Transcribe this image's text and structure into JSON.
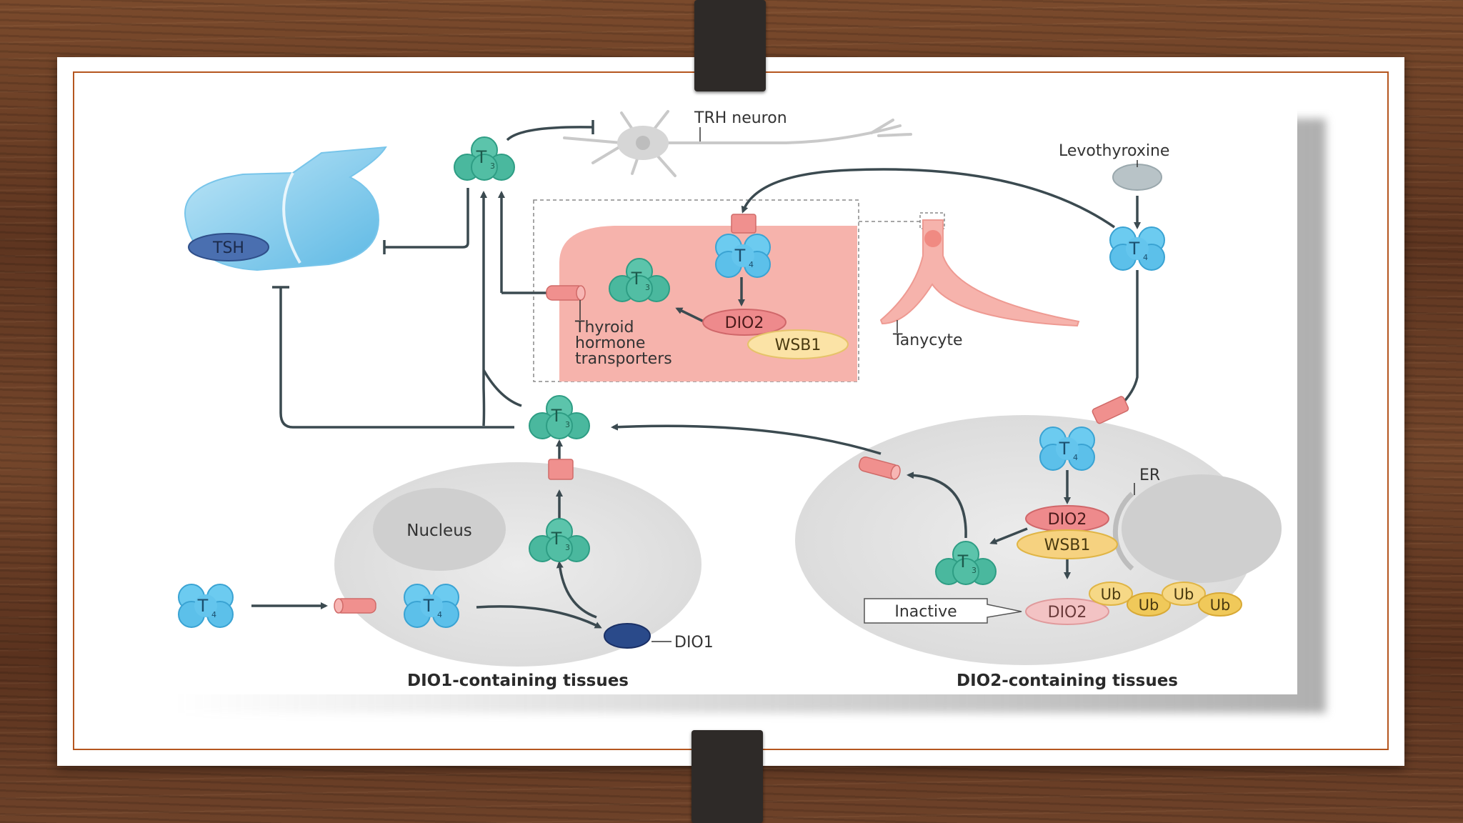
{
  "labels": {
    "trh_neuron": "TRH neuron",
    "levothyroxine": "Levothyroxine",
    "tsh": "TSH",
    "thyroid_transporters_1": "Thyroid",
    "thyroid_transporters_2": "hormone",
    "thyroid_transporters_3": "transporters",
    "tanycyte": "Tanycyte",
    "dio2": "DIO2",
    "wsb1": "WSB1",
    "nucleus": "Nucleus",
    "dio1": "DIO1",
    "er": "ER",
    "inactive": "Inactive",
    "ub": "Ub",
    "dio1_tissues": "DIO1-containing tissues",
    "dio2_tissues": "DIO2-containing tissues"
  },
  "hormones": {
    "t3_main": "T",
    "t3_sub": "3",
    "t4_main": "T",
    "t4_sub": "4"
  },
  "colors": {
    "t3_teal": "#3fb39a",
    "t4_blue": "#5fc0ea",
    "transporter_pink": "#f0908e",
    "tanycyte_pink": "#f6b3ac",
    "dio2_red": "#ee8a8c",
    "wsb1_yellow": "#f6d886",
    "ub_yellow": "#f0c95a",
    "dio1_navy": "#2a4a8a",
    "arrow_dark": "#3b4a50"
  }
}
